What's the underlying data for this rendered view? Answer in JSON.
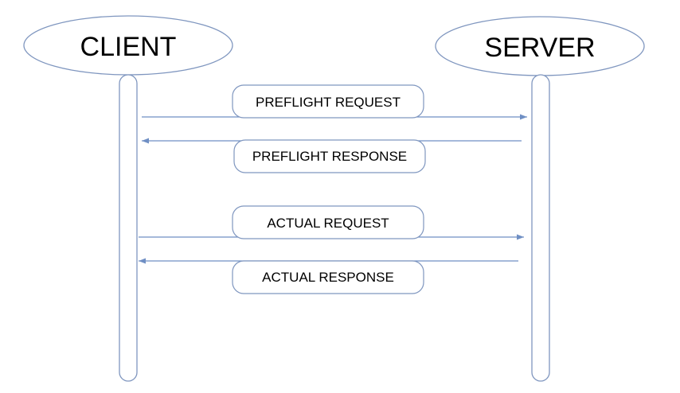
{
  "colors": {
    "outline": "#7f96bf",
    "arrow": "#6f8fc4",
    "text": "#000000",
    "background": "#ffffff"
  },
  "actors": {
    "client": {
      "label": "CLIENT"
    },
    "server": {
      "label": "SERVER"
    }
  },
  "messages": [
    {
      "label": "PREFLIGHT REQUEST",
      "direction": "client-to-server"
    },
    {
      "label": "PREFLIGHT RESPONSE",
      "direction": "server-to-client"
    },
    {
      "label": "ACTUAL REQUEST",
      "direction": "client-to-server"
    },
    {
      "label": "ACTUAL RESPONSE",
      "direction": "server-to-client"
    }
  ]
}
